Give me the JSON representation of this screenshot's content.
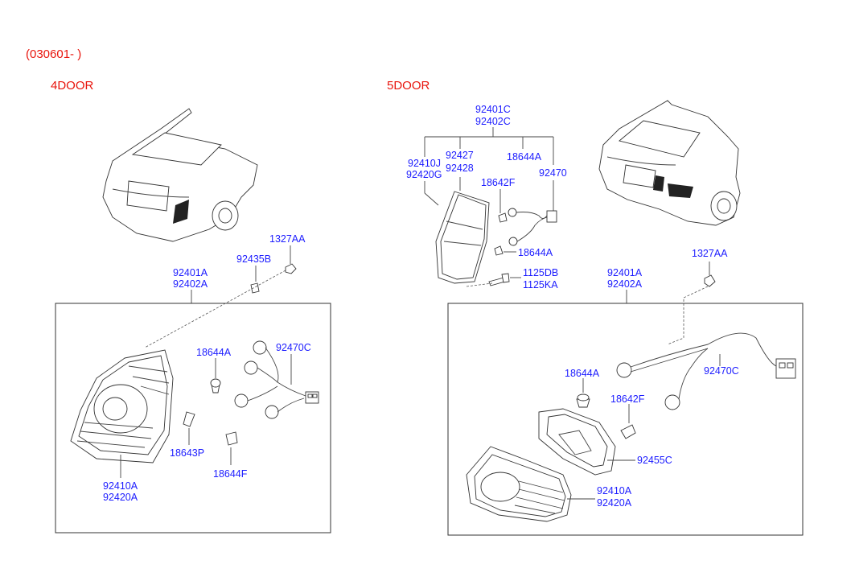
{
  "header": {
    "date_code": "(030601- )"
  },
  "sections": {
    "left": {
      "title": "4DOOR"
    },
    "right": {
      "title": "5DOOR"
    }
  },
  "labels": {
    "l_1327AA": "1327AA",
    "l_92435B": "92435B",
    "l_92401A": "92401A",
    "l_92402A": "92402A",
    "l_18644A": "18644A",
    "l_92470C": "92470C",
    "l_18643P": "18643P",
    "l_18644F": "18644F",
    "l_92410A": "92410A",
    "l_92420A": "92420A",
    "r_92401C": "92401C",
    "r_92402C": "92402C",
    "r_92410J": "92410J",
    "r_92420G": "92420G",
    "r_92427": "92427",
    "r_92428": "92428",
    "r_18644A_top": "18644A",
    "r_18642F_top": "18642F",
    "r_92470": "92470",
    "r_18644A_mid": "18644A",
    "r_1125DB": "1125DB",
    "r_1125KA": "1125KA",
    "r_92401A": "92401A",
    "r_92402A": "92402A",
    "r_1327AA": "1327AA",
    "r_18644A": "18644A",
    "r_18642F": "18642F",
    "r_92470C": "92470C",
    "r_92455C": "92455C",
    "r_92410A": "92410A",
    "r_92420A": "92420A"
  },
  "colors": {
    "title_red": "#e8140c",
    "label_blue": "#1c1cff"
  }
}
